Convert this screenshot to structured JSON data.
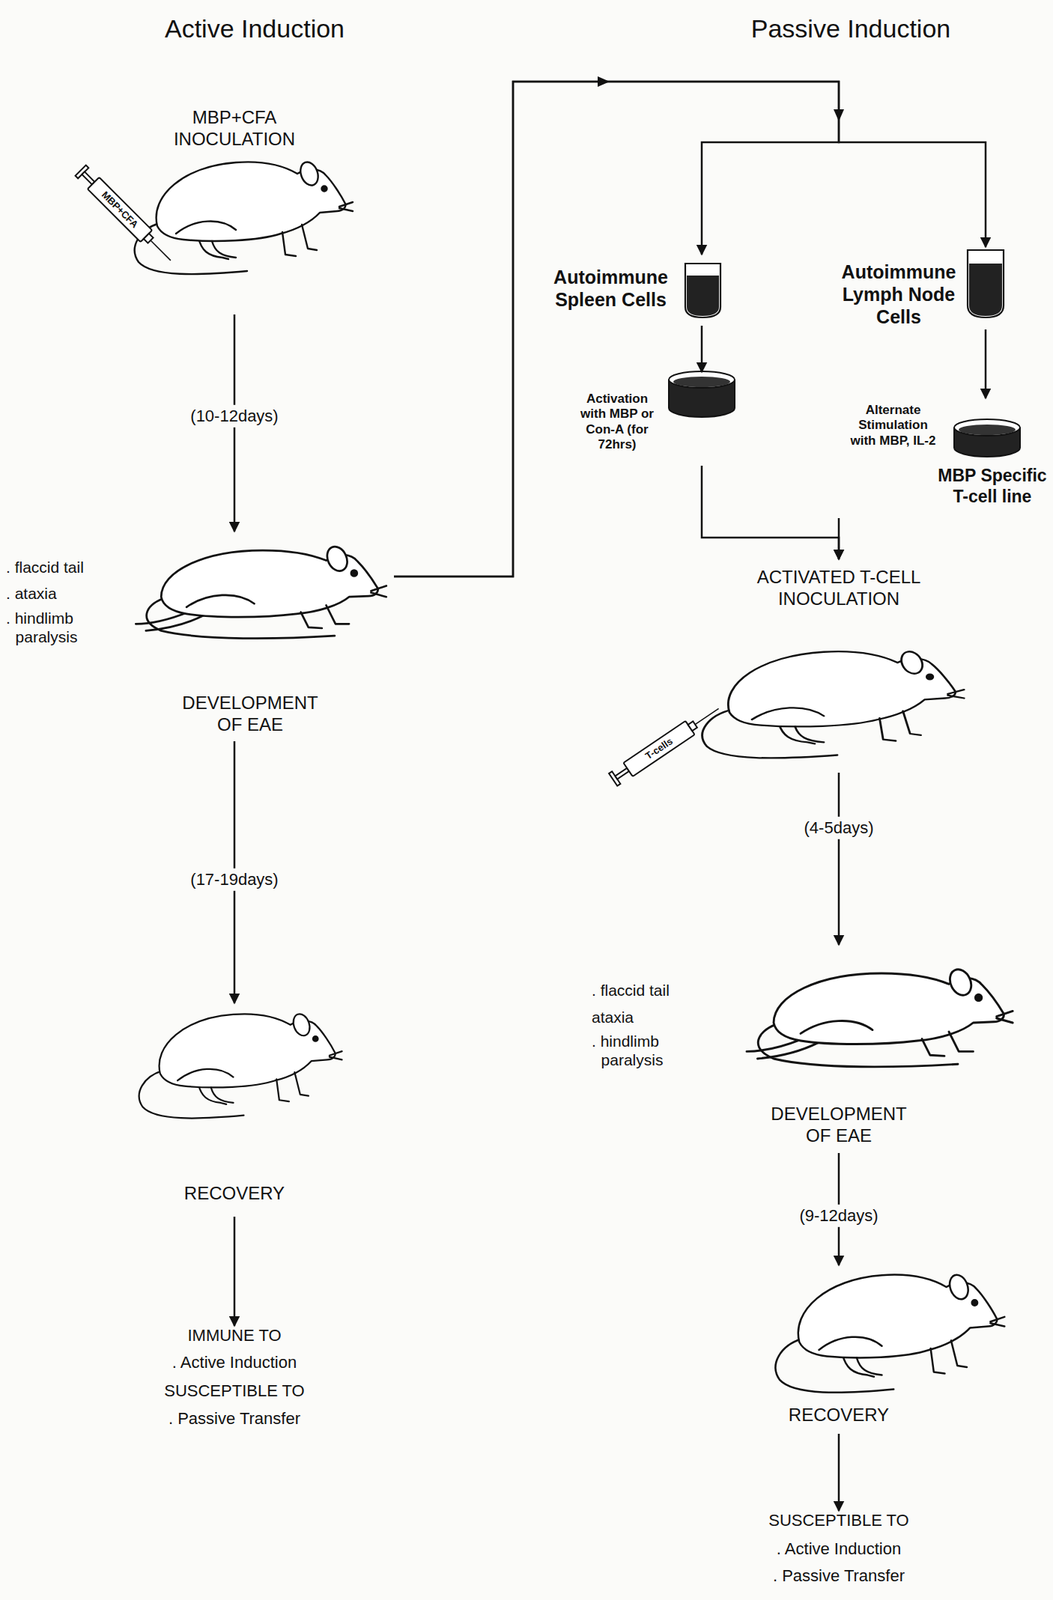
{
  "diagram": {
    "nodes": [
      {
        "text": [
          "MBP+CFA INOCULATION"
        ]
      },
      {
        "text": [
          ". flaccid tail",
          ". ataxia",
          ". hindlimb paralysis",
          "DEVELOPMENT OF EAE"
        ]
      },
      {
        "text": [
          "RECOVERY"
        ]
      },
      {
        "text": [
          "IMMUNE TO",
          ". Active Induction",
          "SUSCEPTIBLE TO",
          ". Passive Transfer"
        ]
      },
      {
        "text": [
          "Autoimmune Spleen Cells"
        ]
      },
      {
        "text": [
          "Autoimmune Lymph Node Cells"
        ]
      },
      {
        "text": [
          "Activation with MBP or Con-A (for 72hrs)"
        ]
      },
      {
        "text": [
          "Alternate Stimulation with MBP, IL-2",
          "MBP Specific T-cell line"
        ]
      },
      {
        "text": [
          "ACTIVATED T-CELL INOCULATION"
        ]
      },
      {
        "text": [
          ". flaccid tail",
          "ataxia",
          ". hindlimb paralysis",
          "DEVELOPMENT OF EAE"
        ]
      },
      {
        "text": [
          "RECOVERY"
        ]
      },
      {
        "text": [
          "SUSCEPTIBLE TO",
          ". Active Induction",
          ". Passive Transfer"
        ]
      }
    ],
    "edges": [
      {
        "from": 0,
        "to": 1,
        "arrow": "to",
        "label": "(10-12days)"
      },
      {
        "from": 1,
        "to": 2,
        "arrow": "to",
        "label": "(17-19days)"
      },
      {
        "from": 2,
        "to": 3,
        "arrow": "to"
      },
      {
        "from": 1,
        "to": 4,
        "arrow": "to"
      },
      {
        "from": 1,
        "to": 5,
        "arrow": "to"
      },
      {
        "from": 4,
        "to": 6,
        "arrow": "to"
      },
      {
        "from": 5,
        "to": 7,
        "arrow": "to"
      },
      {
        "from": 6,
        "to": 8,
        "arrow": "to"
      },
      {
        "from": 7,
        "to": 8,
        "arrow": "to"
      },
      {
        "from": 8,
        "to": 9,
        "arrow": "to",
        "label": "(4-5days)"
      },
      {
        "from": 9,
        "to": 10,
        "arrow": "to",
        "label": "(9-12days)"
      },
      {
        "from": 10,
        "to": 11,
        "arrow": "to"
      }
    ],
    "labels": [
      "Active Induction",
      "Passive Induction",
      "MBP+CFA",
      "T-cells"
    ]
  }
}
